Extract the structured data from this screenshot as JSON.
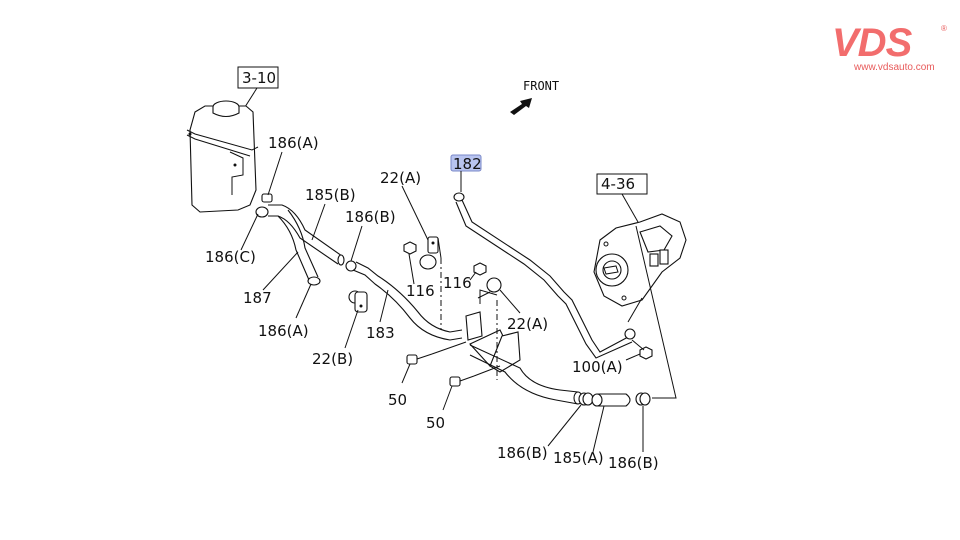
{
  "brand": {
    "logo_text": "VDS",
    "registered_mark": "®",
    "website": "www.vdsauto.com",
    "color": "#f26d6d"
  },
  "diagram": {
    "orientation_label": "FRONT",
    "reference_boxes": [
      {
        "id": "ref-3-10",
        "text": "3-10"
      },
      {
        "id": "ref-4-36",
        "text": "4-36"
      }
    ],
    "highlighted_part": {
      "text": "182",
      "highlight_color": "#b8c4f0"
    },
    "callouts": {
      "c186a_top": "186(A)",
      "c185b": "185(B)",
      "c186b_mid": "186(B)",
      "c22a_left": "22(A)",
      "c186c": "186(C)",
      "c187": "187",
      "c186a_bottom": "186(A)",
      "c22b": "22(B)",
      "c183": "183",
      "c116_left": "116",
      "c116_right": "116",
      "c22a_right": "22(A)",
      "c100a": "100(A)",
      "c50_left": "50",
      "c50_right": "50",
      "c186b_bottom_left": "186(B)",
      "c185a": "185(A)",
      "c186b_bottom_right": "186(B)"
    }
  }
}
